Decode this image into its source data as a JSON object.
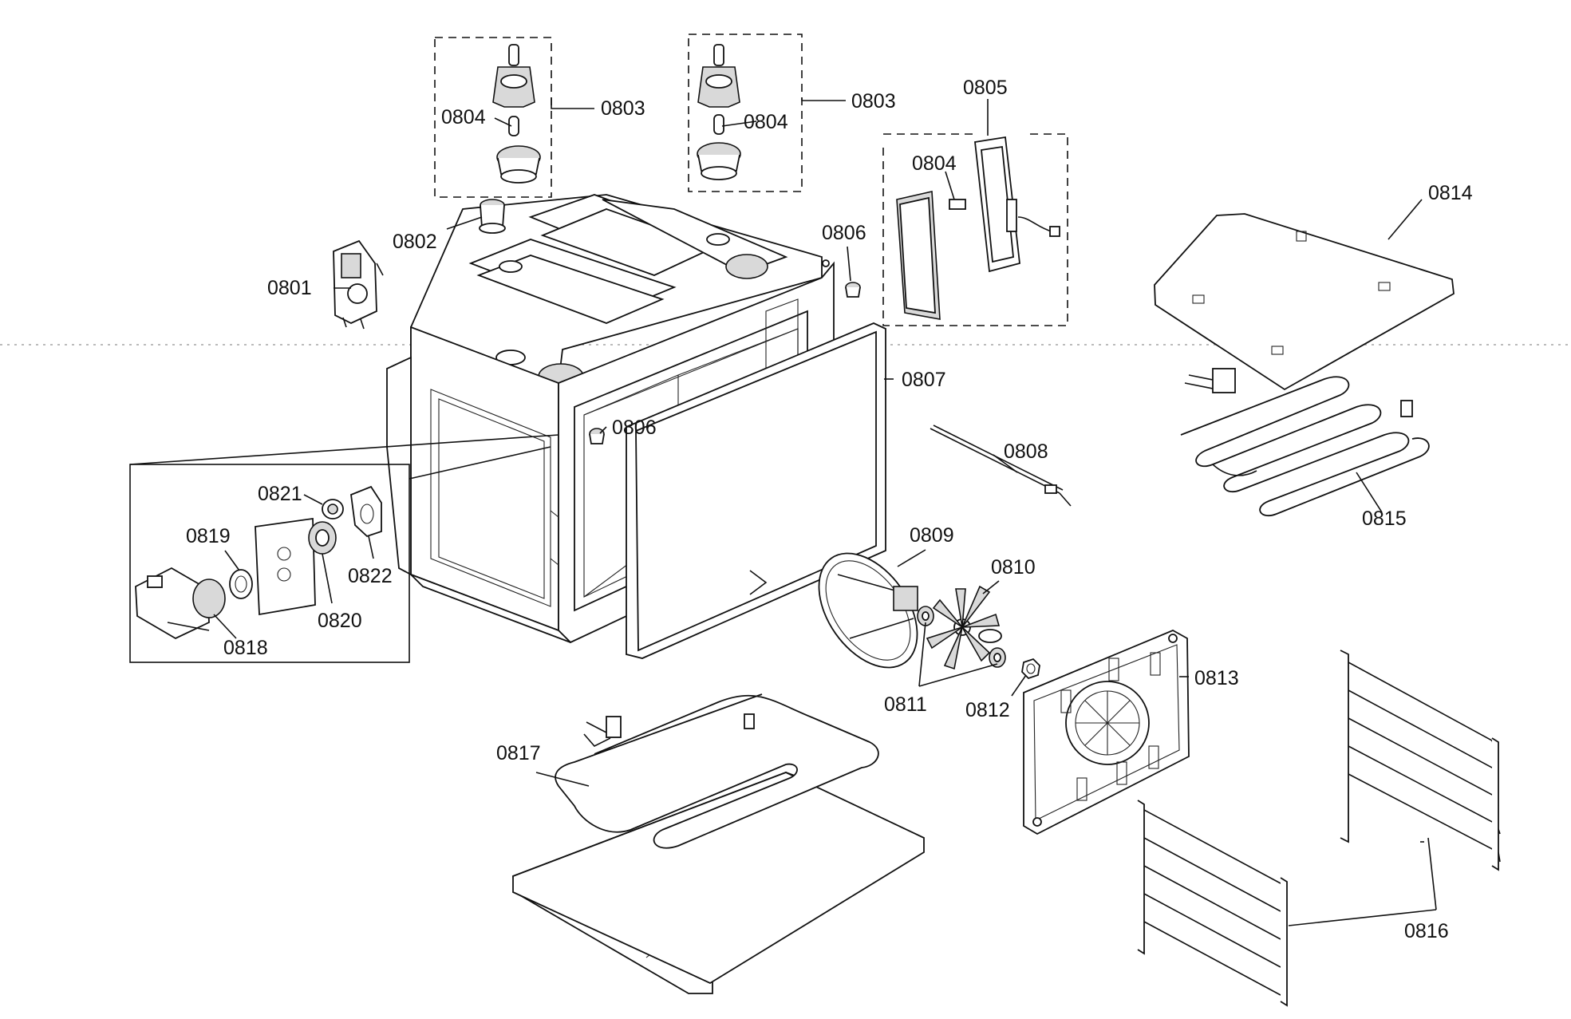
{
  "diagram": {
    "labels": {
      "l0801": "0801",
      "l0802": "0802",
      "l0803a": "0803",
      "l0803b": "0803",
      "l0804a": "0804",
      "l0804b": "0804",
      "l0804c": "0804",
      "l0805": "0805",
      "l0806a": "0806",
      "l0806b": "0806",
      "l0807": "0807",
      "l0808": "0808",
      "l0809": "0809",
      "l0810": "0810",
      "l0811": "0811",
      "l0812": "0812",
      "l0813": "0813",
      "l0814": "0814",
      "l0815": "0815",
      "l0816": "0816",
      "l0817": "0817",
      "l0818": "0818",
      "l0819": "0819",
      "l0820": "0820",
      "l0821": "0821",
      "l0822": "0822"
    }
  }
}
